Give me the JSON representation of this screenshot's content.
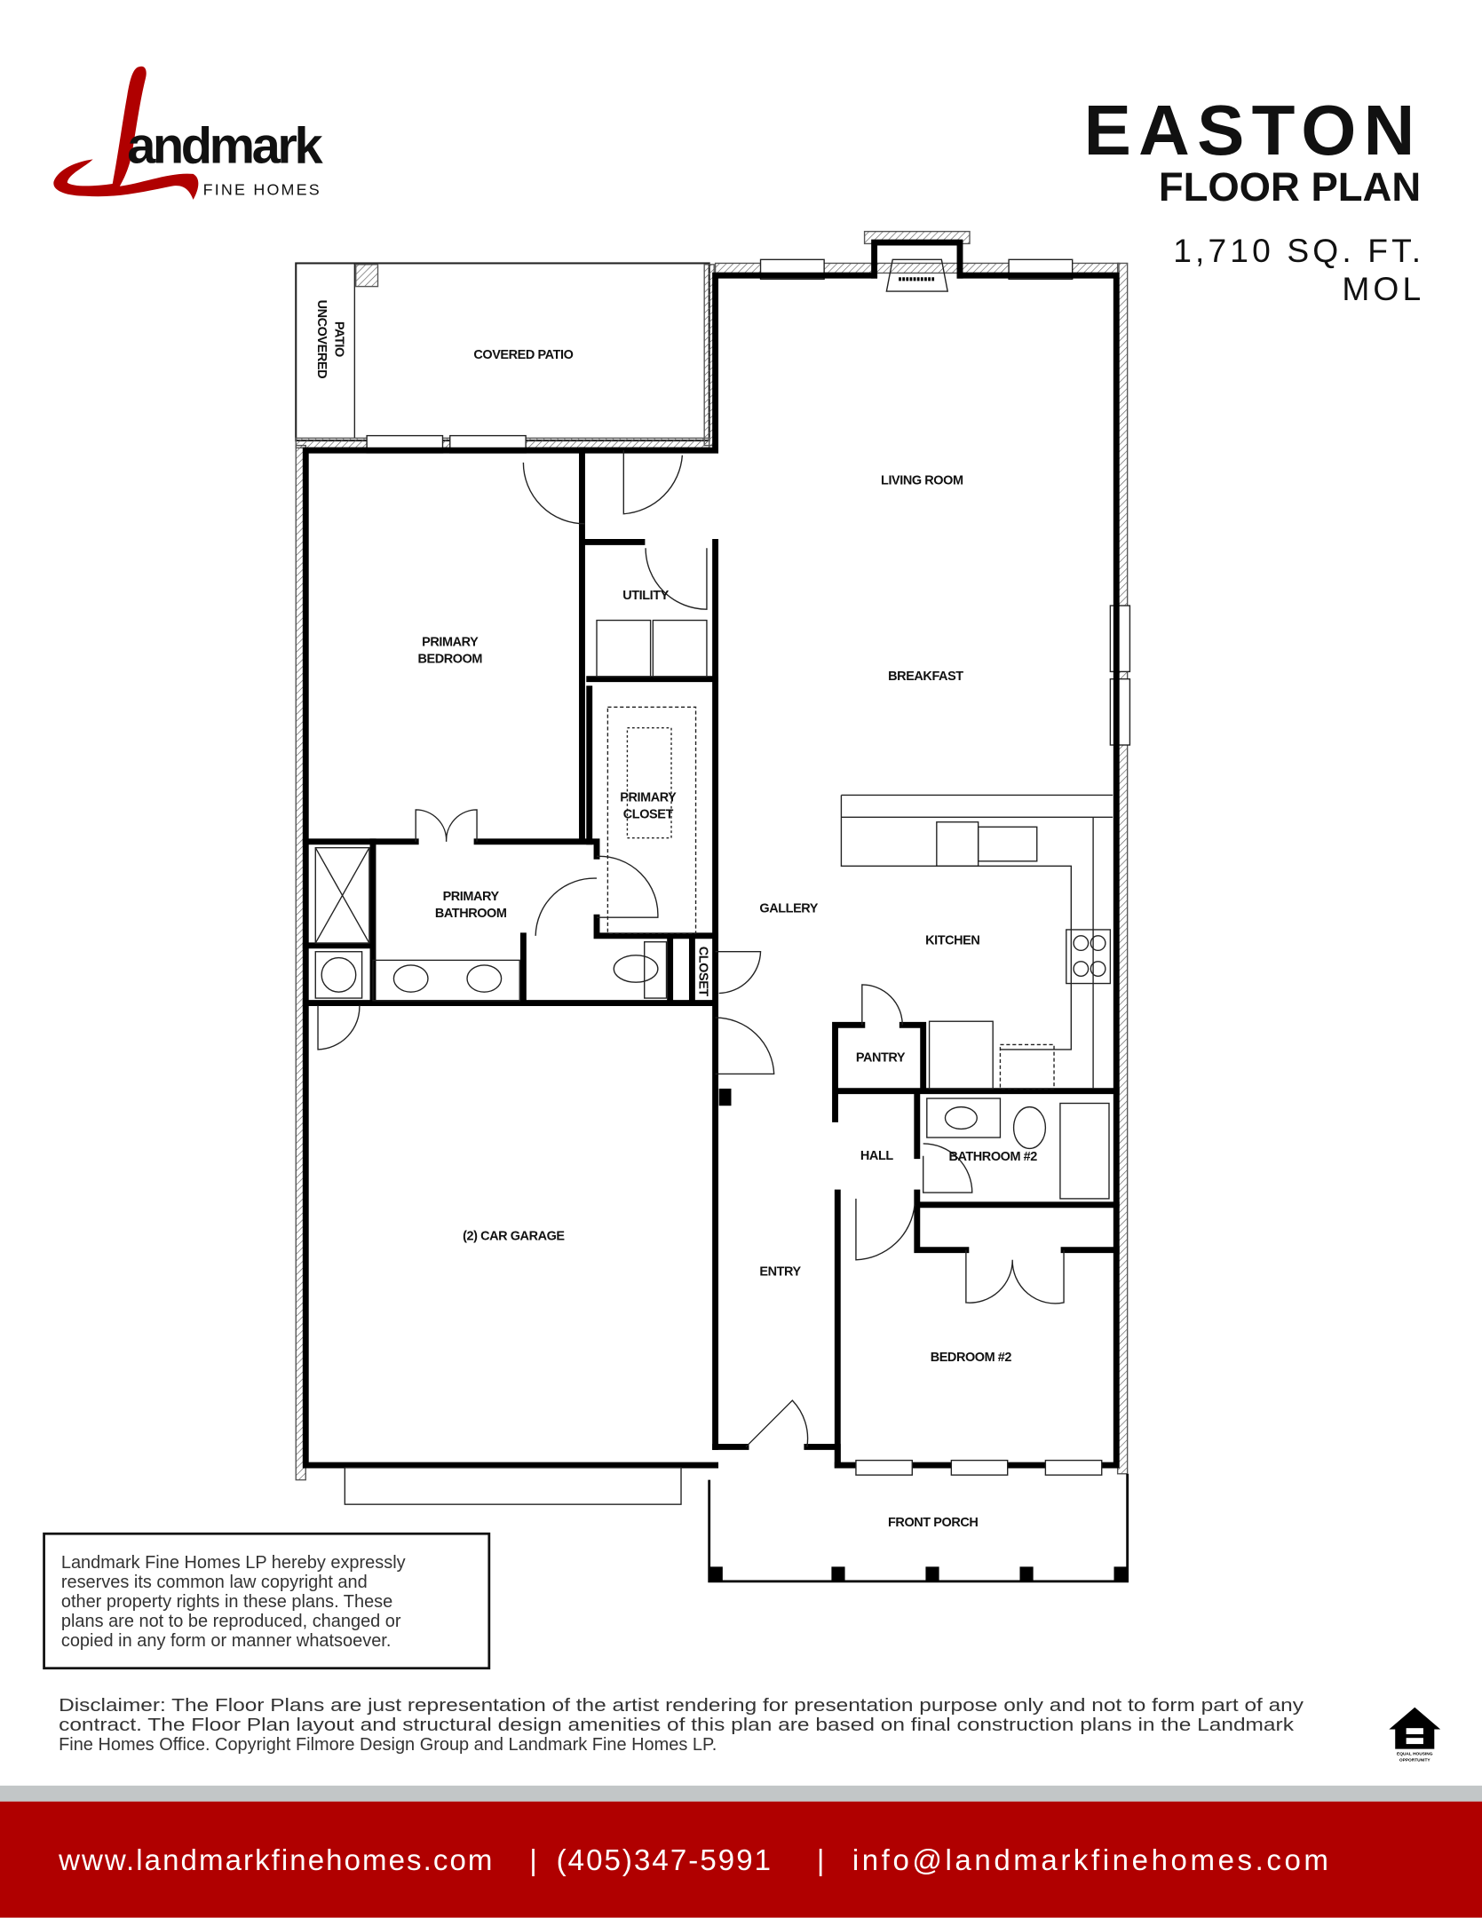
{
  "brand": {
    "logo_letter": "L",
    "logo_word": "andmark",
    "logo_sub": "FINE HOMES",
    "red": "#b00000"
  },
  "header": {
    "plan_name": "EASTON",
    "subtitle": "FLOOR PLAN",
    "sqft": "1,710 SQ. FT.",
    "mol": "MOL"
  },
  "rooms": {
    "covered_patio": "COVERED PATIO",
    "uncovered_patio_1": "UNCOVERED",
    "uncovered_patio_2": "PATIO",
    "living_room": "LIVING ROOM",
    "utility": "UTILITY",
    "primary_bedroom_1": "PRIMARY",
    "primary_bedroom_2": "BEDROOM",
    "breakfast": "BREAKFAST",
    "primary_closet_1": "PRIMARY",
    "primary_closet_2": "CLOSET",
    "primary_bathroom_1": "PRIMARY",
    "primary_bathroom_2": "BATHROOM",
    "gallery": "GALLERY",
    "kitchen": "KITCHEN",
    "closet": "CLOSET",
    "pantry": "PANTRY",
    "hall": "HALL",
    "bathroom_2": "BATHROOM #2",
    "garage": "(2) CAR GARAGE",
    "entry": "ENTRY",
    "bedroom_2": "BEDROOM #2",
    "front_porch": "FRONT PORCH"
  },
  "notice": {
    "lines": [
      "Landmark Fine Homes LP hereby expressly",
      "reserves its common law copyright and",
      "other property rights in these plans. These",
      "plans are not to be reproduced, changed or",
      "copied in any form or manner whatsoever."
    ]
  },
  "disclaimer": {
    "lines": [
      "Disclaimer: The Floor Plans are just representation of the artist rendering for presentation purpose only and not to form part of any",
      "contract. The Floor Plan layout and structural design amenities of this plan are based on final construction plans in the Landmark",
      "Fine Homes Office. Copyright Filmore Design Group and Landmark Fine Homes LP."
    ]
  },
  "equal_housing": {
    "line1": "EQUAL HOUSING",
    "line2": "OPPORTUNITY"
  },
  "footer": {
    "website": "www.landmarkfinehomes.com",
    "sep1": "|",
    "phone": "(405)347-5991",
    "sep2": "|",
    "email": "info@landmarkfinehomes.com",
    "bg": "#b00000",
    "band": "#c2c6c7"
  }
}
